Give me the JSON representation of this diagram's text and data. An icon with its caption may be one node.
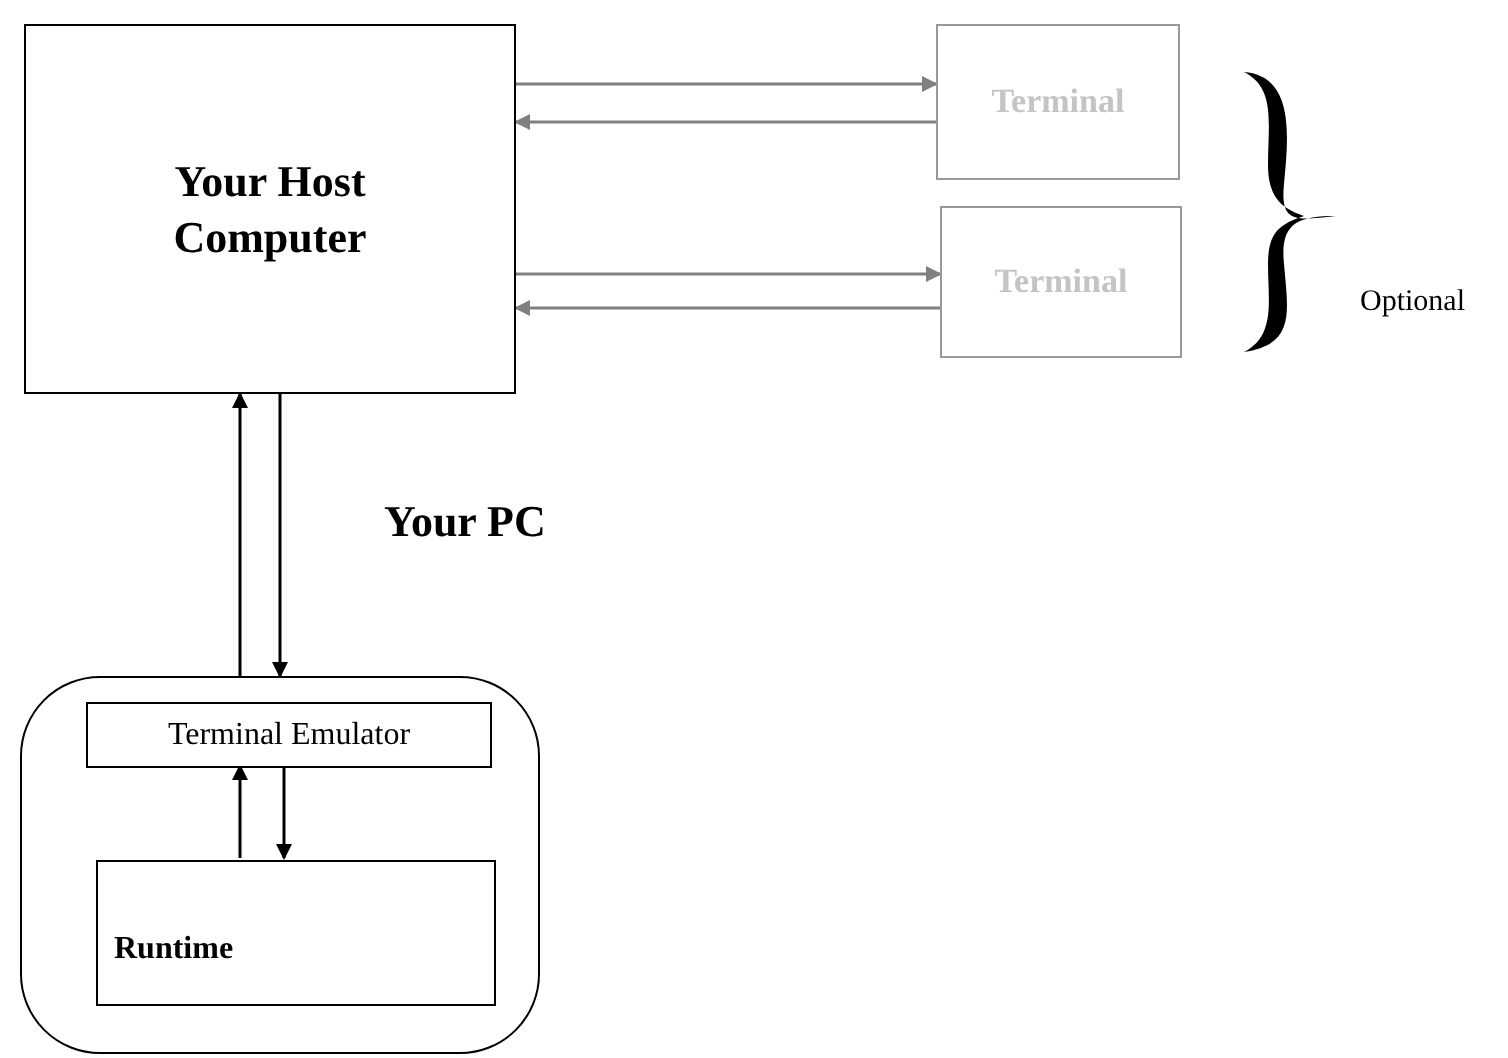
{
  "diagram": {
    "nodes": [
      {
        "text": [
          "Your Host Computer"
        ]
      },
      {
        "text": [
          "Terminal"
        ]
      },
      {
        "text": [
          "Terminal"
        ]
      },
      {
        "text": [],
        "shape": "box"
      },
      {
        "text": [
          "Terminal Emulator"
        ],
        "in": 3
      },
      {
        "text": [
          "Runtime"
        ],
        "in": 3
      },
      {
        "text": [],
        "shape": "brace",
        "beside": [
          "Optional"
        ]
      }
    ],
    "edges": [
      {
        "from": 0,
        "to": 1,
        "arrow": "to",
        "color": "#808080"
      },
      {
        "from": 1,
        "to": 0,
        "arrow": "to",
        "color": "#808080"
      },
      {
        "from": 0,
        "to": 2,
        "arrow": "to",
        "color": "#808080"
      },
      {
        "from": 2,
        "to": 0,
        "arrow": "to",
        "color": "#808080"
      },
      {
        "from": 3,
        "to": 0,
        "arrow": "to",
        "color": "#000000"
      },
      {
        "from": 0,
        "to": 3,
        "arrow": "to",
        "color": "#000000"
      },
      {
        "from": 5,
        "to": 4,
        "arrow": "to",
        "color": "#000000"
      },
      {
        "from": 4,
        "to": 5,
        "arrow": "to",
        "color": "#000000"
      }
    ],
    "labels": [
      "Your PC"
    ]
  }
}
